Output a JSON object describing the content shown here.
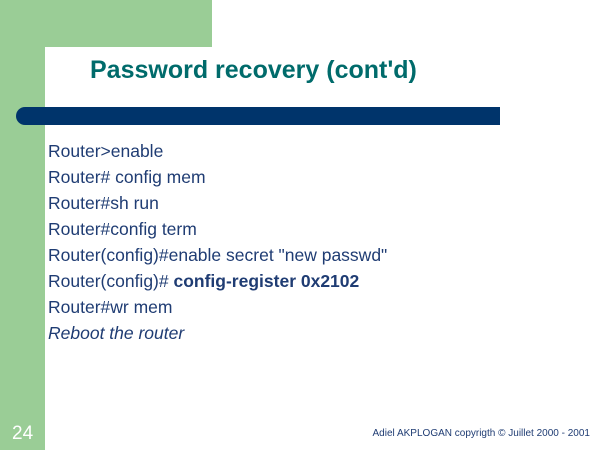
{
  "slide": {
    "title": "Password recovery (cont'd)",
    "number": "24",
    "credit": "Adiel AKPLOGAN copyrigth © Juillet 2000 - 2001",
    "colors": {
      "accent_green": "#9ACD96",
      "accent_navy_bar": "#00346B",
      "title_teal": "#006B6B",
      "body_navy": "#1F3C73",
      "background": "#FFFFFF"
    }
  },
  "body": {
    "lines": [
      {
        "head": "Router>enable",
        "tail": "",
        "style": "normal"
      },
      {
        "head": "Router# config mem",
        "tail": "",
        "style": "normal"
      },
      {
        "head": "Router#sh run",
        "tail": "",
        "style": "normal"
      },
      {
        "head": "Router#config term",
        "tail": "",
        "style": "normal"
      },
      {
        "head": "Router(config)#enable secret \"new passwd\"",
        "tail": "",
        "style": "normal"
      },
      {
        "head": "Router(config)# ",
        "tail": "config-register 0x2102",
        "style": "bold-tail"
      },
      {
        "head": "Router#wr mem",
        "tail": "",
        "style": "normal"
      },
      {
        "head": "Reboot the router",
        "tail": "",
        "style": "italic"
      }
    ]
  }
}
